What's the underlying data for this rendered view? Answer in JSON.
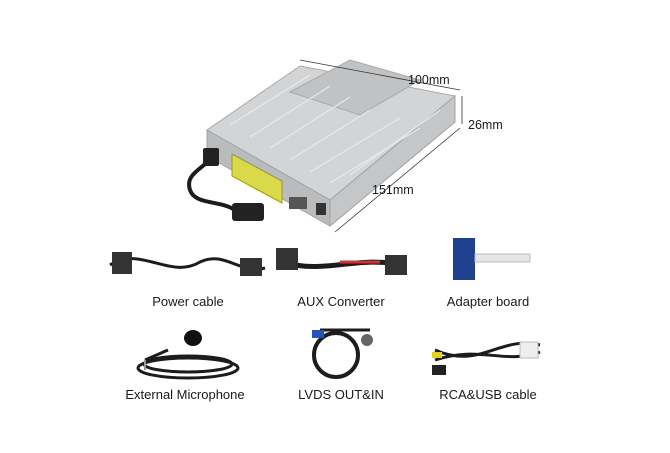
{
  "dimensions": {
    "length": "100mm",
    "height": "26mm",
    "width": "151mm"
  },
  "accessories": [
    {
      "label": "Power cable"
    },
    {
      "label": "AUX Converter"
    },
    {
      "label": "Adapter board"
    },
    {
      "label": "External Microphone"
    },
    {
      "label": "LVDS OUT&IN"
    },
    {
      "label": "RCA&USB cable"
    }
  ],
  "colors": {
    "box": "#c9cbcd",
    "connector": "#d8d84a",
    "board": "#1f3f8f",
    "cable": "#1c1c1c"
  }
}
